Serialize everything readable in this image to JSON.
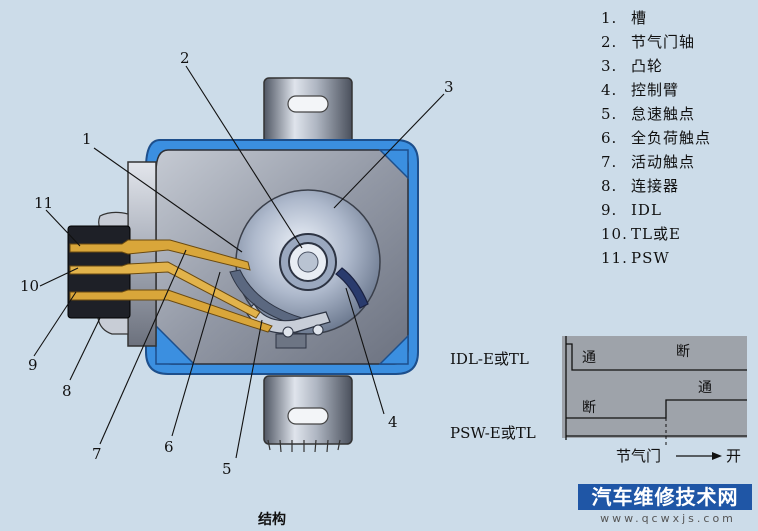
{
  "callouts": [
    "1",
    "2",
    "3",
    "4",
    "5",
    "6",
    "7",
    "8",
    "9",
    "10",
    "11"
  ],
  "legend": [
    {
      "num": "1.",
      "label": "槽"
    },
    {
      "num": "2.",
      "label": "节气门轴"
    },
    {
      "num": "3.",
      "label": "凸轮"
    },
    {
      "num": "4.",
      "label": "控制臂"
    },
    {
      "num": "5.",
      "label": "怠速触点"
    },
    {
      "num": "6.",
      "label": "全负荷触点"
    },
    {
      "num": "7.",
      "label": "活动触点"
    },
    {
      "num": "8.",
      "label": "连接器"
    },
    {
      "num": "9.",
      "label": "IDL"
    },
    {
      "num": "10.",
      "label": "TL或E"
    },
    {
      "num": "11.",
      "label": "PSW"
    }
  ],
  "timing": {
    "row1_label": "IDL-E或TL",
    "row2_label": "PSW-E或TL",
    "row1_on": "通",
    "row1_off": "断",
    "row2_off": "断",
    "row2_on": "通",
    "axis_label": "节气门",
    "axis_end": "开"
  },
  "caption": "结构",
  "watermark": {
    "text": "汽车维修技术网",
    "url": "www.qcwxjs.com"
  },
  "colors": {
    "background": "#ccdce9",
    "housing_frame": "#3b8fe0",
    "housing_body": "#8f96a3",
    "contact_gold": "#d9a63a",
    "watermark_bg": "#1f56a6"
  }
}
